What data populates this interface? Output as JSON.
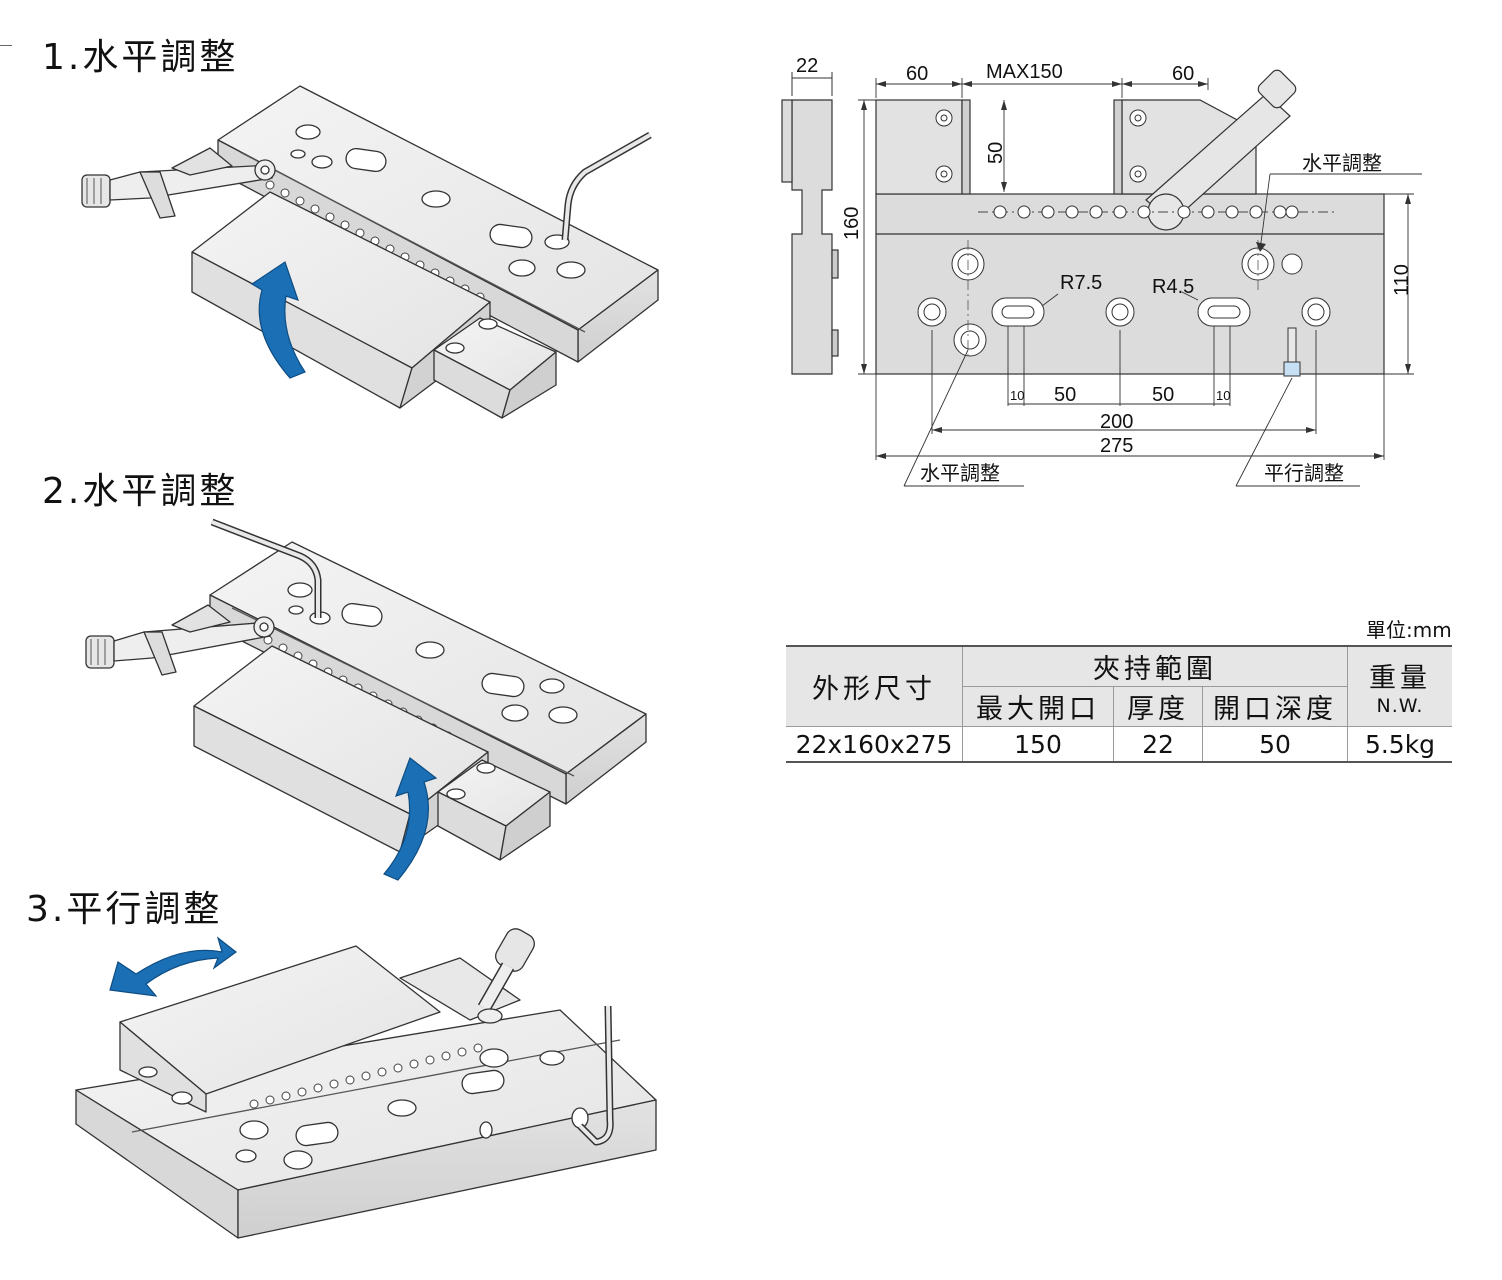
{
  "steps": [
    {
      "title": "1.水平調整"
    },
    {
      "title": "2.水平調整"
    },
    {
      "title": "3.平行調整"
    }
  ],
  "drawing": {
    "dims": {
      "side_width": "22",
      "jaw_left": "60",
      "max_opening": "MAX150",
      "jaw_right": "60",
      "jaw_height": "50",
      "total_height": "160",
      "body_height": "110",
      "slot_radius_large": "R7.5",
      "slot_radius_small": "R4.5",
      "slot_w1": "10",
      "pitch1": "50",
      "pitch2": "50",
      "slot_w2": "10",
      "hole_span": "200",
      "overall_length": "275"
    },
    "callouts": {
      "horizontal_top": "水平調整",
      "horizontal_bottom": "水平調整",
      "parallel": "平行調整"
    }
  },
  "spec_table": {
    "unit": "單位:mm",
    "headers": {
      "size": "外形尺寸",
      "clamp_range": "夾持範圍",
      "max_opening": "最大開口",
      "thickness": "厚度",
      "depth": "開口深度",
      "weight": "重量",
      "weight_sub": "N.W."
    },
    "row": {
      "size": "22x160x275",
      "max_opening": "150",
      "thickness": "22",
      "depth": "50",
      "weight": "5.5kg"
    }
  },
  "colors": {
    "arrow_blue": "#1a6fb5",
    "part_gray": "#dcdcdc",
    "line": "#333333"
  }
}
